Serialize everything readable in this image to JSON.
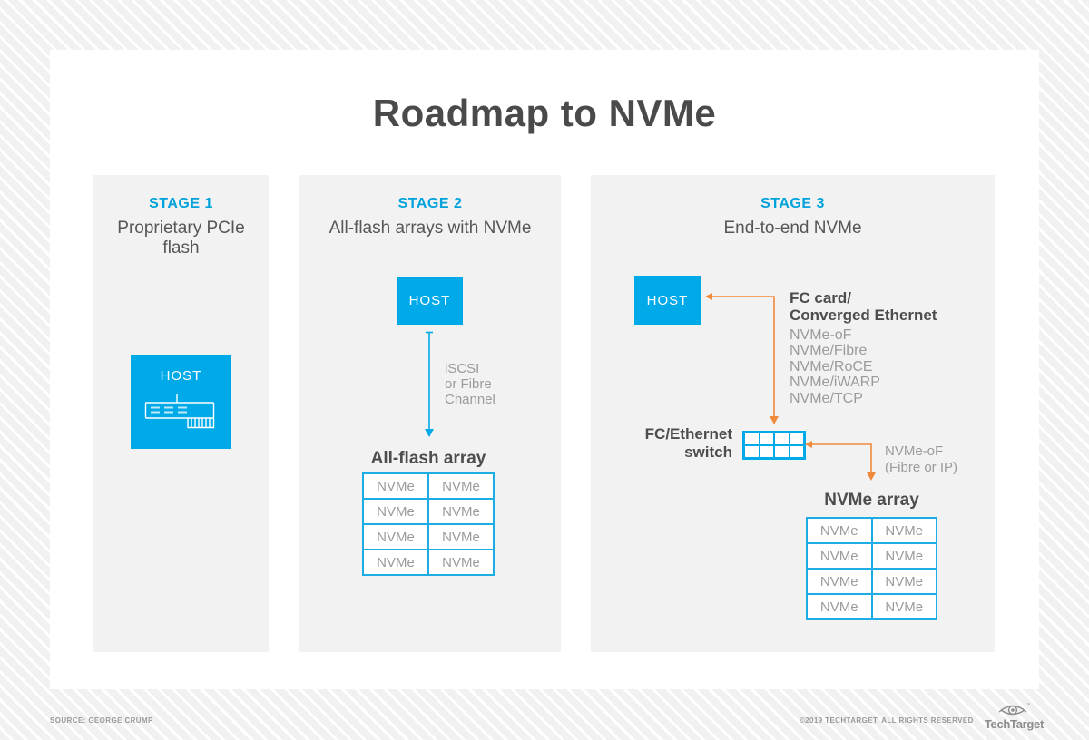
{
  "title": "Roadmap to NVMe",
  "stages": [
    {
      "label": "STAGE 1",
      "title": "Proprietary PCIe flash",
      "host_label": "HOST"
    },
    {
      "label": "STAGE 2",
      "title": "All-flash arrays with NVMe",
      "host_label": "HOST",
      "connection_lines": [
        "iSCSI",
        "or Fibre",
        "Channel"
      ],
      "array_title": "All-flash array",
      "array_cells": [
        "NVMe",
        "NVMe",
        "NVMe",
        "NVMe",
        "NVMe",
        "NVMe",
        "NVMe",
        "NVMe"
      ]
    },
    {
      "label": "STAGE 3",
      "title": "End-to-end NVMe",
      "host_label": "HOST",
      "adapter_lines": [
        "FC card/",
        "Converged Ethernet"
      ],
      "protocols": [
        "NVMe-oF",
        "NVMe/Fibre",
        "NVMe/RoCE",
        "NVMe/iWARP",
        "NVMe/TCP"
      ],
      "switch_label": "FC/Ethernet switch",
      "fabric_lines": [
        "NVMe-oF",
        "(Fibre or IP)"
      ],
      "array_title": "NVMe array",
      "array_cells": [
        "NVMe",
        "NVMe",
        "NVMe",
        "NVMe",
        "NVMe",
        "NVMe",
        "NVMe",
        "NVMe"
      ]
    }
  ],
  "footer": {
    "source": "SOURCE: GEORGE CRUMP",
    "copyright": "©2019 TECHTARGET. ALL RIGHTS RESERVED",
    "logo_text": "TechTarget"
  },
  "colors": {
    "accent_blue": "#00a9e8",
    "stage_label_blue": "#00a2dc",
    "accent_orange": "#ef8a3d",
    "panel_gray": "#f2f2f2",
    "text_dark": "#4d4d4d",
    "text_gray": "#9b9b9b"
  }
}
